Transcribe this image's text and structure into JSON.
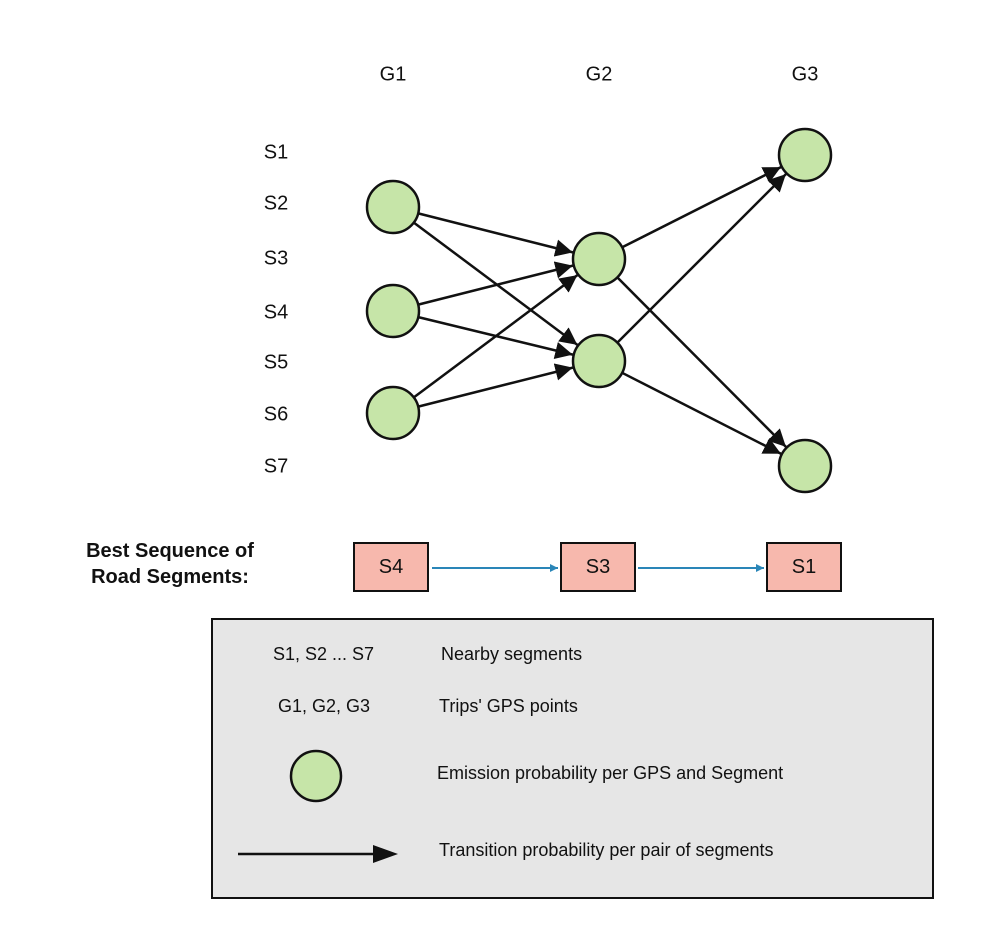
{
  "columns": [
    "G1",
    "G2",
    "G3"
  ],
  "rows": [
    "S1",
    "S2",
    "S3",
    "S4",
    "S5",
    "S6",
    "S7"
  ],
  "nodes": [
    {
      "id": "G1-S2",
      "column": "G1",
      "segment": "S2"
    },
    {
      "id": "G1-S4",
      "column": "G1",
      "segment": "S4"
    },
    {
      "id": "G1-S6",
      "column": "G1",
      "segment": "S6"
    },
    {
      "id": "G2-S3",
      "column": "G2",
      "segment": "S3"
    },
    {
      "id": "G2-S5",
      "column": "G2",
      "segment": "S5"
    },
    {
      "id": "G3-S1",
      "column": "G3",
      "segment": "S1"
    },
    {
      "id": "G3-S7",
      "column": "G3",
      "segment": "S7"
    }
  ],
  "edges": [
    {
      "from": "G1-S2",
      "to": "G2-S3"
    },
    {
      "from": "G1-S2",
      "to": "G2-S5"
    },
    {
      "from": "G1-S4",
      "to": "G2-S3"
    },
    {
      "from": "G1-S4",
      "to": "G2-S5"
    },
    {
      "from": "G1-S6",
      "to": "G2-S3"
    },
    {
      "from": "G1-S6",
      "to": "G2-S5"
    },
    {
      "from": "G2-S3",
      "to": "G3-S1"
    },
    {
      "from": "G2-S3",
      "to": "G3-S7"
    },
    {
      "from": "G2-S5",
      "to": "G3-S1"
    },
    {
      "from": "G2-S5",
      "to": "G3-S7"
    }
  ],
  "best_sequence": {
    "title_line1": "Best Sequence of",
    "title_line2": "Road Segments:",
    "segments": [
      "S4",
      "S3",
      "S1"
    ]
  },
  "legend": {
    "row1_key": "S1, S2 ... S7",
    "row1_desc": "Nearby segments",
    "row2_key": "G1, G2, G3",
    "row2_desc": "Trips' GPS points",
    "row3_desc": "Emission probability per GPS and Segment",
    "row4_desc": "Transition probability per pair of segments"
  },
  "colors": {
    "node_fill": "#c6e5a8",
    "stroke": "#111111",
    "segment_box_fill": "#f7b8ad",
    "sequence_arrow": "#2a86b8",
    "legend_bg": "#e6e6e6"
  }
}
